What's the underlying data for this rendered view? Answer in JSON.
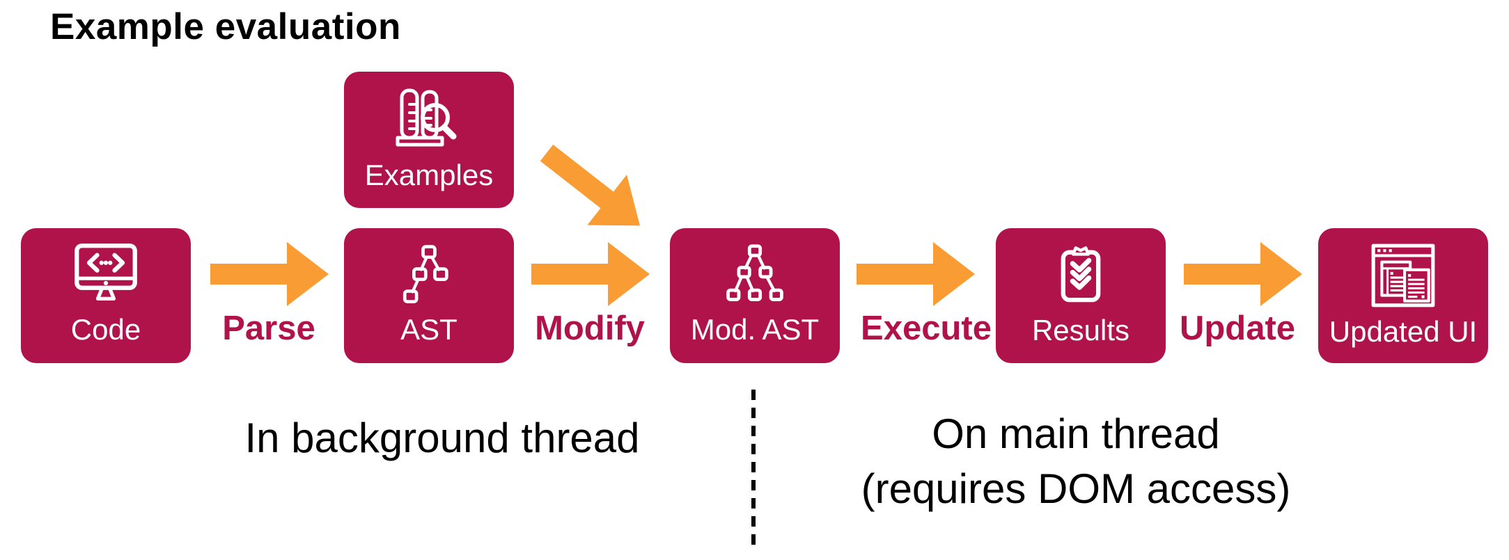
{
  "title": "Example evaluation",
  "colors": {
    "box": "#B01349",
    "arrow": "#F99C33",
    "edge_label": "#B01349",
    "text": "#000000",
    "icon": "#FFFFFF",
    "background": "#FFFFFF"
  },
  "nodes": [
    {
      "id": "code",
      "label": "Code",
      "icon": "code-monitor-icon"
    },
    {
      "id": "examples",
      "label": "Examples",
      "icon": "test-tubes-magnifier-icon"
    },
    {
      "id": "ast",
      "label": "AST",
      "icon": "ast-tree-icon"
    },
    {
      "id": "mod_ast",
      "label": "Mod. AST",
      "icon": "modified-ast-tree-icon"
    },
    {
      "id": "results",
      "label": "Results",
      "icon": "clipboard-checks-icon"
    },
    {
      "id": "updated_ui",
      "label": "Updated UI",
      "icon": "browser-window-icon"
    }
  ],
  "edges": [
    {
      "id": "parse",
      "label": "Parse"
    },
    {
      "id": "modify",
      "label": "Modify"
    },
    {
      "id": "execute",
      "label": "Execute"
    },
    {
      "id": "update",
      "label": "Update"
    }
  ],
  "regions": {
    "background_thread": "In background thread",
    "main_thread_line1": "On main thread",
    "main_thread_line2": "(requires DOM access)"
  }
}
